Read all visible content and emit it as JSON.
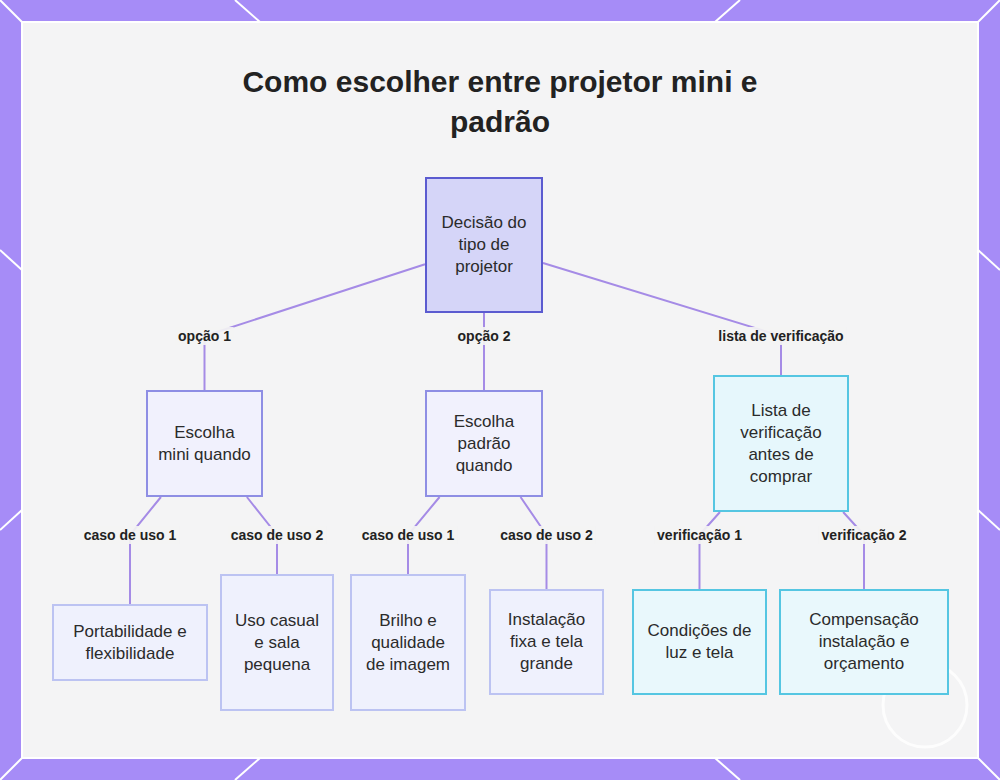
{
  "diagram": {
    "title": "Como escolher entre projetor mini e padrão",
    "nodes": [
      {
        "text": [
          "Decisão do tipo de projetor"
        ]
      },
      {
        "text": [
          "Escolha mini quando"
        ]
      },
      {
        "text": [
          "Escolha padrão quando"
        ]
      },
      {
        "text": [
          "Lista de verificação antes de comprar"
        ]
      },
      {
        "text": [
          "Portabilidade e flexibilidade"
        ]
      },
      {
        "text": [
          "Uso casual e sala pequena"
        ]
      },
      {
        "text": [
          "Brilho e qualidade de imagem"
        ]
      },
      {
        "text": [
          "Instalação fixa e tela grande"
        ]
      },
      {
        "text": [
          "Condições de luz e tela"
        ]
      },
      {
        "text": [
          "Compensação instalação e orçamento"
        ]
      }
    ],
    "edges": [
      {
        "from": 0,
        "to": 1,
        "label": "opção 1",
        "arrow": "none"
      },
      {
        "from": 0,
        "to": 2,
        "label": "opção 2",
        "arrow": "none"
      },
      {
        "from": 0,
        "to": 3,
        "label": "lista de verificação",
        "arrow": "none"
      },
      {
        "from": 1,
        "to": 4,
        "label": "caso de uso 1",
        "arrow": "none"
      },
      {
        "from": 1,
        "to": 5,
        "label": "caso de uso 2",
        "arrow": "none"
      },
      {
        "from": 2,
        "to": 6,
        "label": "caso de uso 1",
        "arrow": "none"
      },
      {
        "from": 2,
        "to": 7,
        "label": "caso de uso 2",
        "arrow": "none"
      },
      {
        "from": 3,
        "to": 8,
        "label": "verificação 1",
        "arrow": "none"
      },
      {
        "from": 3,
        "to": 9,
        "label": "verificação 2",
        "arrow": "none"
      }
    ]
  }
}
